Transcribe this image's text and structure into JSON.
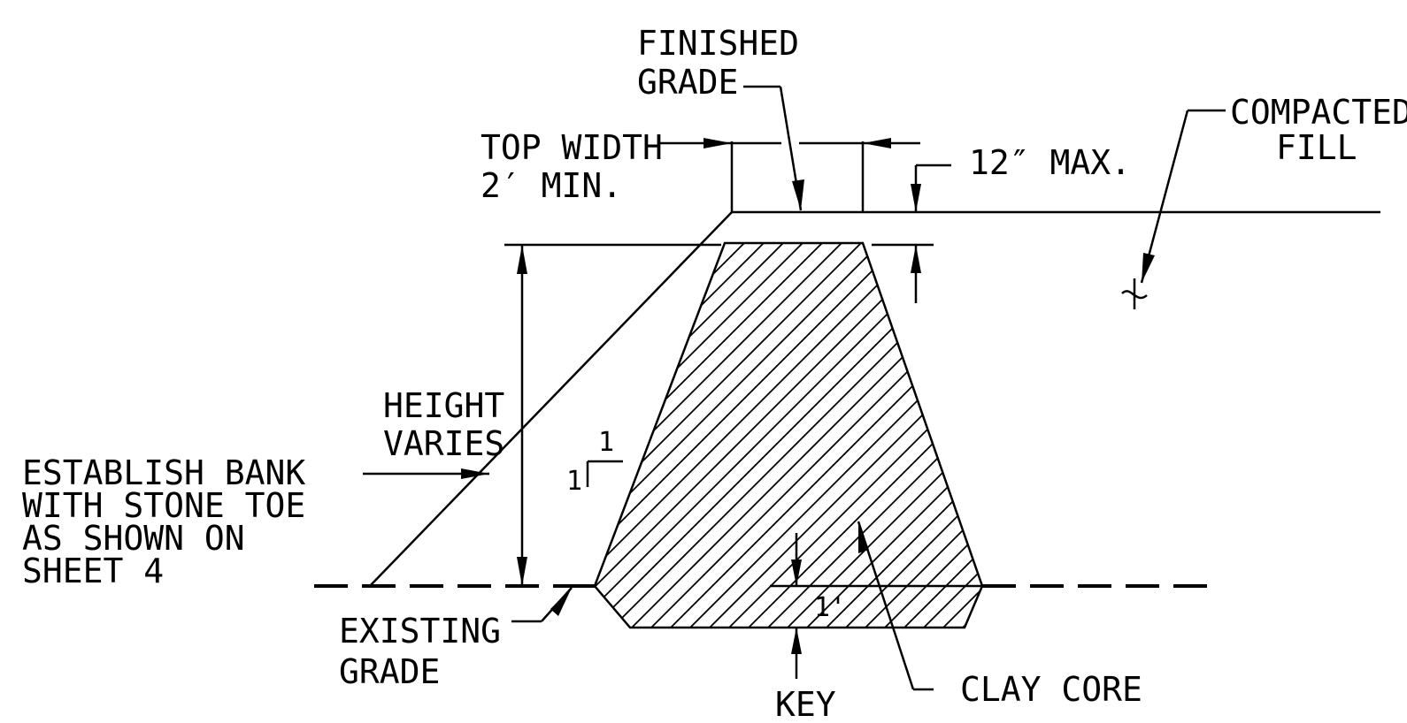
{
  "labels": {
    "finished_grade_1": "FINISHED",
    "finished_grade_2": "GRADE",
    "compacted_fill_1": "COMPACTED",
    "compacted_fill_2": "FILL",
    "top_width_1": "TOP WIDTH",
    "top_width_2": "2′ MIN.",
    "max_12": "12″ MAX.",
    "height_1": "HEIGHT",
    "height_2": "VARIES",
    "establish_1": "ESTABLISH BANK",
    "establish_2": "WITH STONE TOE",
    "establish_3": "AS SHOWN ON",
    "establish_4": "SHEET 4",
    "slope_rise": "1",
    "slope_run": "1",
    "existing_grade_1": "EXISTING",
    "existing_grade_2": "GRADE",
    "clay_core": "CLAY CORE",
    "key_depth": "1'",
    "key": "KEY",
    "centerline_symbol": "℄"
  }
}
